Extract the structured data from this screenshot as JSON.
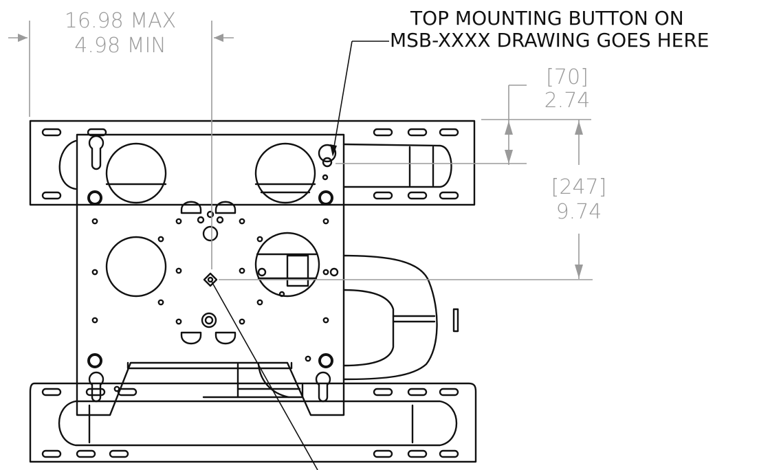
{
  "callout": {
    "line1": "TOP MOUNTING BUTTON ON",
    "line2": "MSB-XXXX DRAWING GOES HERE"
  },
  "dimensions": {
    "width_max": "16.98 MAX",
    "width_min": "4.98 MIN",
    "top_offset_mm": "[70]",
    "top_offset_in": "2.74",
    "height_mm": "[247]",
    "height_in": "9.74"
  },
  "colors": {
    "linework": "#111111",
    "dimension": "#9a9a9a",
    "background": "#ffffff"
  }
}
